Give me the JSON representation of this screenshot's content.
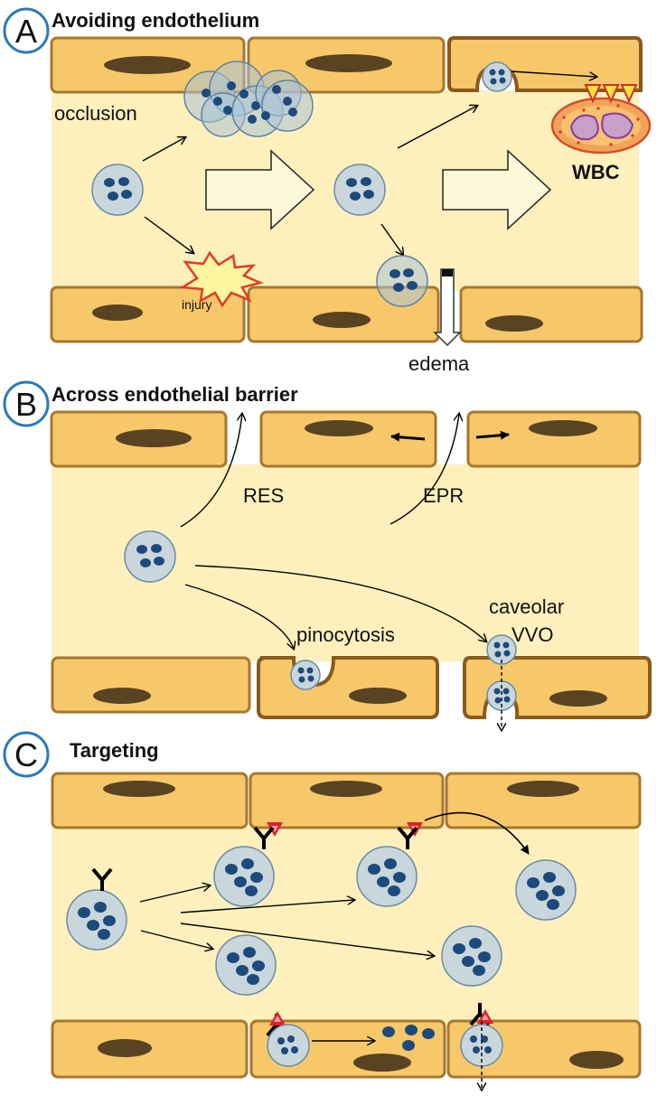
{
  "panels": [
    {
      "letter": "A",
      "title": "Avoiding endothelium"
    },
    {
      "letter": "B",
      "title": "Across endothelial barrier"
    },
    {
      "letter": "C",
      "title": "Targeting"
    }
  ],
  "labels": {
    "occlusion": "occlusion",
    "injury": "injury",
    "wbc": "WBC",
    "edema": "edema",
    "res": "RES",
    "epr": "EPR",
    "pinocytosis": "pinocytosis",
    "caveolar": "caveolar",
    "vvo": "VVO"
  },
  "colors": {
    "endothelial_cell": "#f7c86a",
    "cell_border": "#a6772f",
    "nucleus": "#5a4322",
    "lumen": "#fdf0bd",
    "nanoparticle": "#c9d6dc",
    "payload_dot": "#1d4a7c",
    "panel_circle": "#2a7ab8",
    "injury_fill": "#fff6a0",
    "injury_stroke": "#e23b2a",
    "target_marker": "#e0202a"
  },
  "icons": [
    "antibody-icon",
    "target-receptor-icon",
    "nanoparticle-icon",
    "injury-burst-icon",
    "white-blood-cell-icon",
    "block-arrow-icon"
  ]
}
